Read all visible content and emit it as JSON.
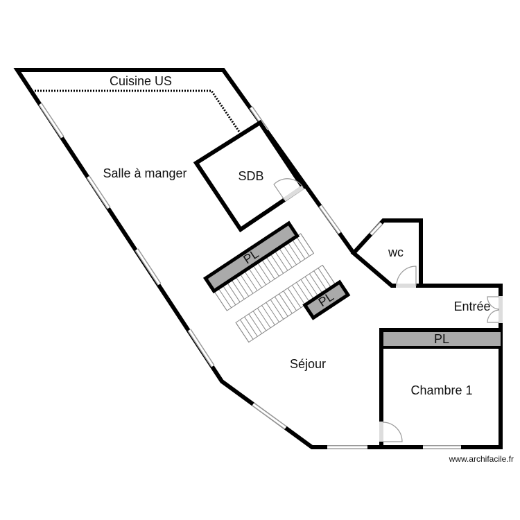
{
  "rooms": {
    "kitchen": "Cuisine US",
    "dining": "Salle à manger",
    "bathroom": "SDB",
    "wc": "wc",
    "entrance": "Entrée",
    "living": "Séjour",
    "bedroom": "Chambre 1"
  },
  "closets": [
    "PL",
    "PL",
    "PL"
  ],
  "watermark": "www.archifacile.fr",
  "colors": {
    "wall": "#000000",
    "closet": "#aaaaaa"
  }
}
